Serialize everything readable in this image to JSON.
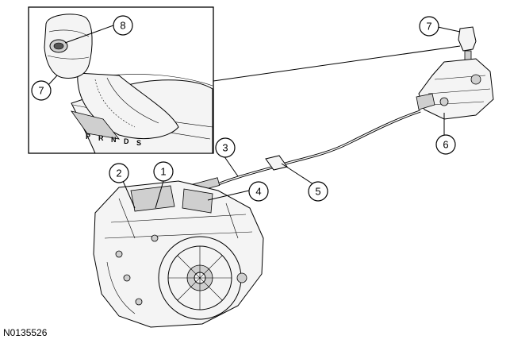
{
  "figure_id": "N0135526",
  "gear_indicator": [
    "P",
    "R",
    "N",
    "D",
    "S"
  ],
  "callouts": [
    {
      "id": "callout-8",
      "label": "8"
    },
    {
      "id": "callout-7-inset",
      "label": "7"
    },
    {
      "id": "callout-7-shifter",
      "label": "7"
    },
    {
      "id": "callout-6",
      "label": "6"
    },
    {
      "id": "callout-5",
      "label": "5"
    },
    {
      "id": "callout-4",
      "label": "4"
    },
    {
      "id": "callout-3",
      "label": "3"
    },
    {
      "id": "callout-2",
      "label": "2"
    },
    {
      "id": "callout-1",
      "label": "1"
    }
  ]
}
